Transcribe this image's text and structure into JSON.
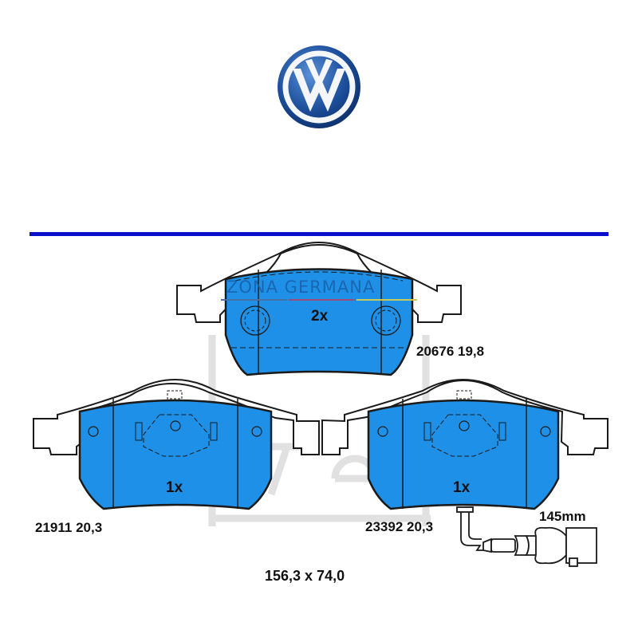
{
  "brand": {
    "name": "Volkswagen",
    "logo_icon": "vw-logo-icon",
    "colors": {
      "outer": "#1d4f9c",
      "inner": "#ffffff"
    }
  },
  "divider": {
    "color": "#0a10cc"
  },
  "watermark": {
    "text": "ZONA GERMANA"
  },
  "colors": {
    "pad_fill": "#1e90e8",
    "outline": "#1a1a1a",
    "backing": "#ffffff",
    "watermark_logo": "#d9d9d9"
  },
  "pads": [
    {
      "id": "top",
      "quantity": "2x",
      "part_number": "20676",
      "thickness": "19,8"
    },
    {
      "id": "bottom-left",
      "quantity": "1x",
      "part_number": "21911",
      "thickness": "20,3"
    },
    {
      "id": "bottom-right",
      "quantity": "1x",
      "part_number": "23392",
      "thickness": "20,3",
      "wear_sensor": {
        "length": "145mm"
      }
    }
  ],
  "dimensions": "156,3 x 74,0"
}
